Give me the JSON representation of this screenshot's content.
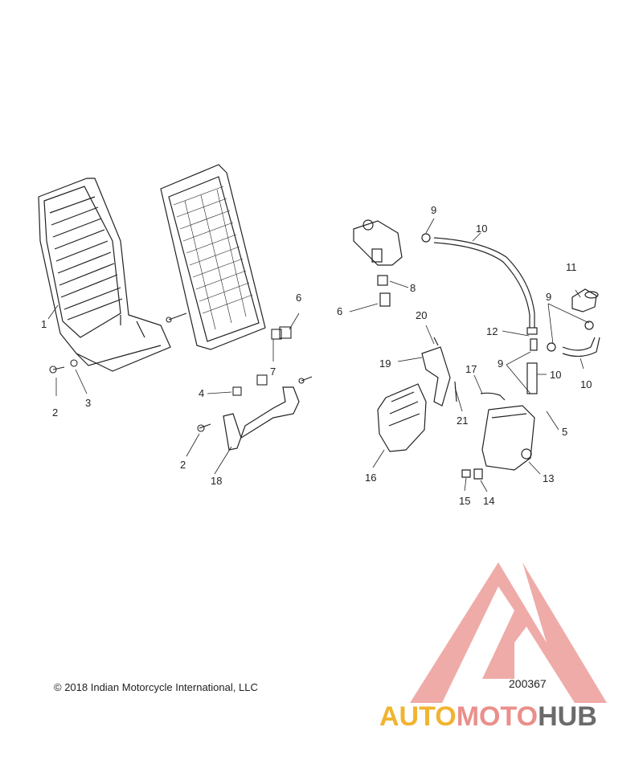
{
  "diagram": {
    "callouts": [
      "1",
      "2",
      "3",
      "4",
      "2",
      "18",
      "5",
      "6",
      "6",
      "7",
      "8",
      "9",
      "10",
      "9",
      "9",
      "10",
      "10",
      "11",
      "12",
      "13",
      "14",
      "15",
      "16",
      "17",
      "19",
      "20",
      "21"
    ],
    "copyright": "© 2018 Indian Motorcycle International, LLC",
    "figure_number": "200367"
  },
  "watermark": {
    "part1": "AUTO",
    "part2": "MOTO",
    "part3": "HUB",
    "colors": {
      "auto": "#f1b431",
      "moto": "#ea8f8b",
      "hub": "#6b6b6b",
      "triangle": "#ea8f8b"
    }
  }
}
